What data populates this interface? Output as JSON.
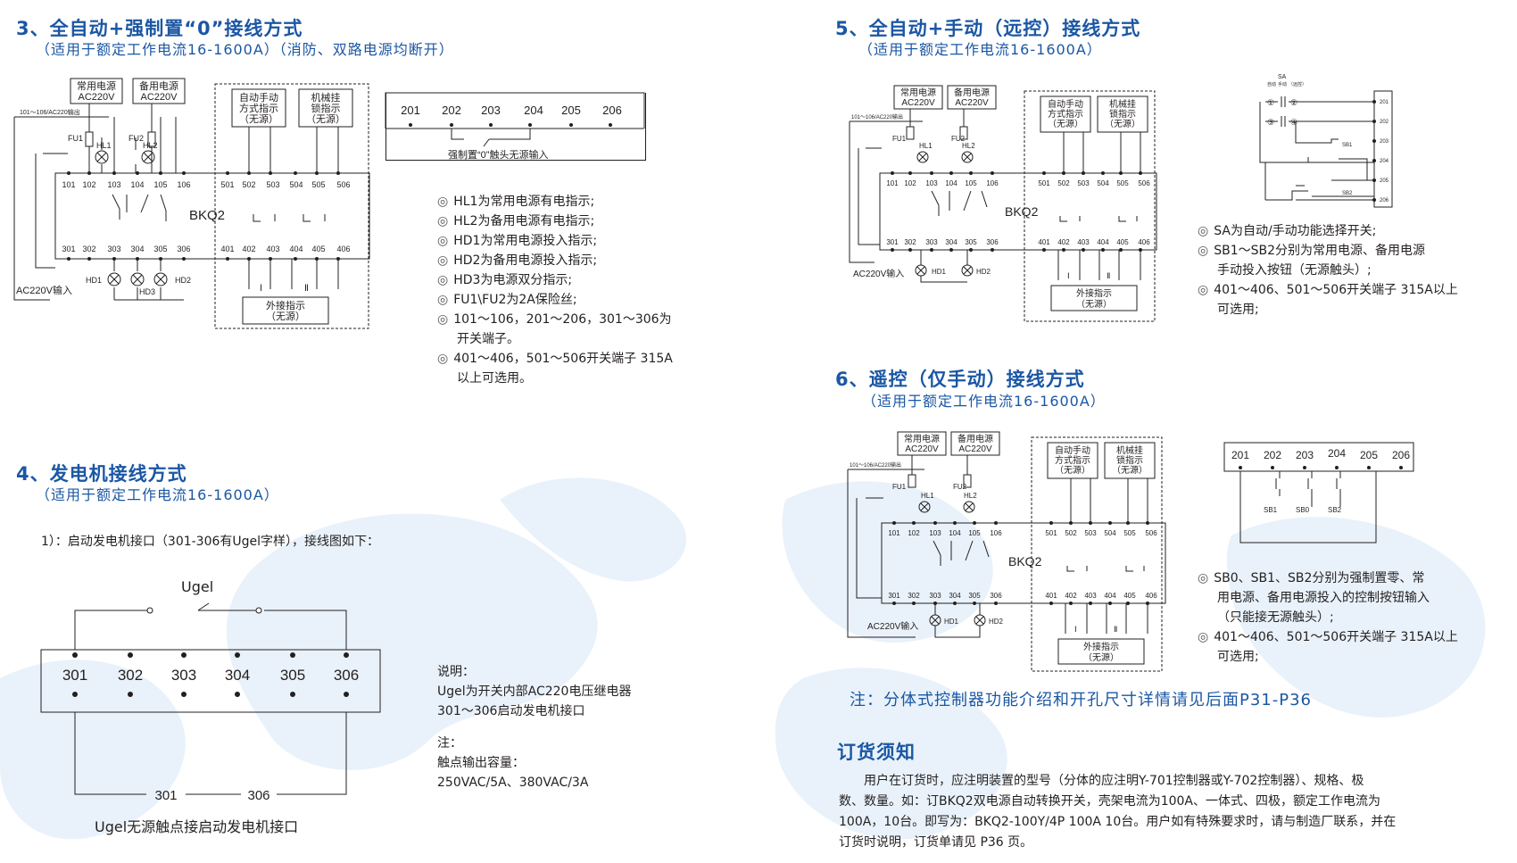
{
  "s3": {
    "title": "3、全自动+强制置“0”接线方式",
    "subtitle": "（适用于额定工作电流16-1600A）（消防、双路电源均断开）",
    "box_main": "常用电源",
    "box_main2": "AC220V",
    "box_backup": "备用电源",
    "box_backup2": "AC220V",
    "box_mode1": "自动手动",
    "box_mode2": "方式指示",
    "box_mode3": "（无源）",
    "box_lock1": "机械挂",
    "box_lock2": "锁指示",
    "box_lock3": "（无源）",
    "feed_label": "101～106/AC220输出",
    "fu1": "FU1",
    "fu2": "FU2",
    "hl1": "HL1",
    "hl2": "HL2",
    "device": "BKQ2",
    "top_terms": [
      "101",
      "102",
      "103",
      "104",
      "105",
      "106",
      "501",
      "502",
      "503",
      "504",
      "505",
      "506"
    ],
    "bot_terms": [
      "301",
      "302",
      "303",
      "304",
      "305",
      "306",
      "401",
      "402",
      "403",
      "404",
      "405",
      "406"
    ],
    "hd1": "HD1",
    "hd2": "HD2",
    "hd3": "HD3",
    "ac_in": "AC220V输入",
    "ext1": "外接指示",
    "ext2": "（无源）",
    "roman1": "Ⅰ",
    "roman2": "Ⅱ",
    "terms2": [
      "201",
      "202",
      "203",
      "204",
      "205",
      "206"
    ],
    "force_label": "强制置“0”触头无源输入",
    "notes": [
      "HL1为常用电源有电指示;",
      "HL2为备用电源有电指示;",
      "HD1为常用电源投入指示;",
      "HD2为备用电源投入指示;",
      "HD3为电源双分指示;",
      "FU1\\FU2为2A保险丝;",
      "101～106，201～206，301～306为",
      "开关端子。",
      "401～406，501～506开关端子 315A",
      "以上可选用。"
    ],
    "bullet": "◎"
  },
  "s4": {
    "title": "4、发电机接线方式",
    "subtitle": "（适用于额定工作电流16-1600A）",
    "intro": "1）：启动发电机接口（301-306有Ugel字样），接线图如下：",
    "ugel": "Ugel",
    "terms": [
      "301",
      "302",
      "303",
      "304",
      "305",
      "306"
    ],
    "bottom_left": "301",
    "bottom_right": "306",
    "caption": "Ugel无源触点接启动发电机接口",
    "desc": [
      "说明：",
      "Ugel为开关内部AC220电压继电器",
      "301～306启动发电机接口",
      "",
      "注：",
      "触点输出容量：",
      "250VAC/5A、380VAC/3A"
    ]
  },
  "s5": {
    "title": "5、全自动+手动（远控）接线方式",
    "subtitle": "（适用于额定工作电流16-1600A）",
    "sa_label": "SA",
    "sa_auto": "自动",
    "sa_manual": "手动",
    "sa_remote": "（远控）",
    "sw_terms": [
      "①",
      "②",
      "③",
      "④"
    ],
    "right_terms": [
      "201",
      "202",
      "203",
      "204",
      "205",
      "206"
    ],
    "sb1": "SB1",
    "sb2": "SB2",
    "notes": [
      "SA为自动/手动功能选择开关;",
      "SB1～SB2分别为常用电源、备用电源",
      "手动投入按钮（无源触头）;",
      "401～406、501～506开关端子 315A以上",
      "可选用;"
    ]
  },
  "s6": {
    "title": "6、遥控（仅手动）接线方式",
    "subtitle": "（适用于额定工作电流16-1600A）",
    "terms": [
      "201",
      "202",
      "203",
      "204",
      "205",
      "206"
    ],
    "sb0": "SB0",
    "sb1": "SB1",
    "sb2": "SB2",
    "notes": [
      "SB0、SB1、SB2分别为强制置零、常",
      "用电源、备用电源投入的控制按钮输入",
      "（只能接无源触头）;",
      "401～406、501～506开关端子 315A以上",
      "可选用;"
    ],
    "footnote": "注：分体式控制器功能介绍和开孔尺寸详情请见后面P31-P36"
  },
  "order": {
    "title": "订货须知",
    "lines": [
      "用户在订货时，应注明装置的型号（分体的应注明Y-701控制器或Y-702控制器）、规格、极",
      "数、数量。如：订BKQ2双电源自动转换开关，壳架电流为100A、一体式、四极，额定工作电流为",
      "100A，10台。即写为：BKQ2-100Y/4P  100A  10台。用户如有特殊要求时，请与制造厂联系，并在",
      "订货时说明，订货单请见 P36 页。"
    ]
  }
}
